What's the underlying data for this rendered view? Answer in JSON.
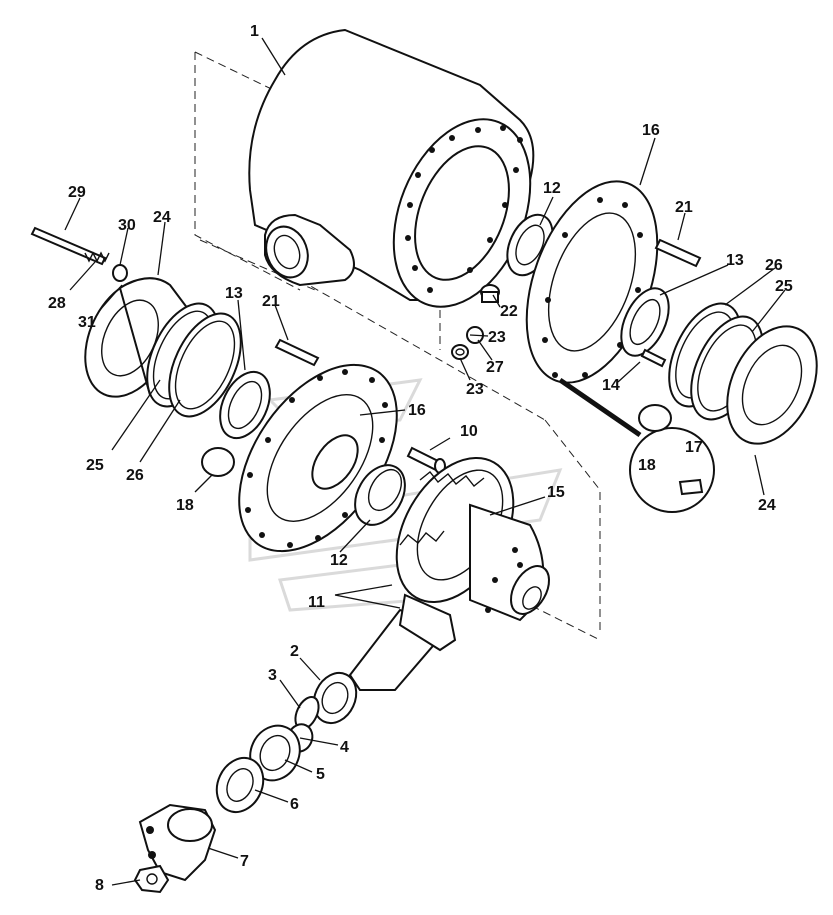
{
  "diagram": {
    "callouts": {
      "c1": "1",
      "c2": "2",
      "c3": "3",
      "c4": "4",
      "c5": "5",
      "c6": "6",
      "c7": "7",
      "c8": "8",
      "c10": "10",
      "c11": "11",
      "c12a": "12",
      "c12b": "12",
      "c13a": "13",
      "c13b": "13",
      "c14": "14",
      "c15": "15",
      "c16a": "16",
      "c16b": "16",
      "c17": "17",
      "c18a": "18",
      "c18b": "18",
      "c21a": "21",
      "c21b": "21",
      "c22": "22",
      "c23a": "23",
      "c23b": "23",
      "c24a": "24",
      "c24b": "24",
      "c25a": "25",
      "c25b": "25",
      "c26a": "26",
      "c26b": "26",
      "c27": "27",
      "c28": "28",
      "c29": "29",
      "c30": "30",
      "c31": "31"
    }
  }
}
